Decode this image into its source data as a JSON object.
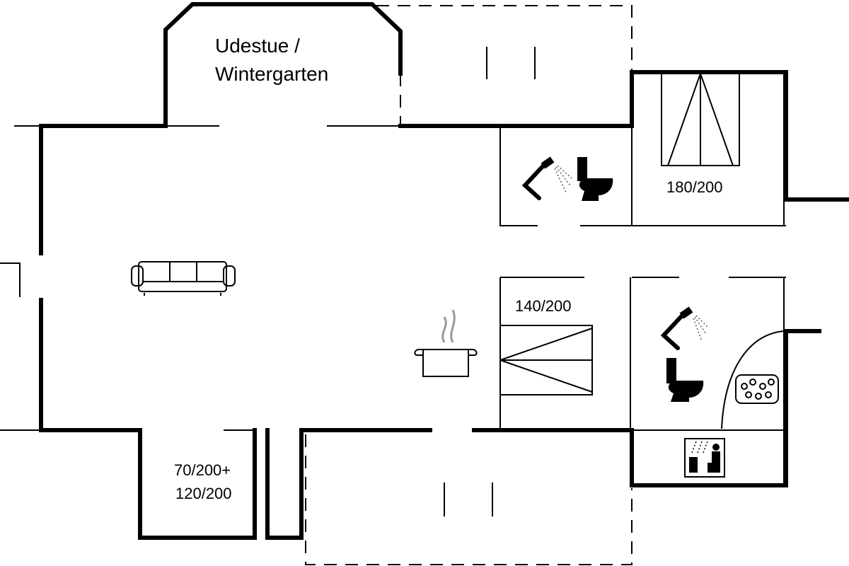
{
  "rooms": {
    "winter_garden": {
      "line1": "Udestue /",
      "line2": "Wintergarten"
    },
    "bedroom_top_right": {
      "bed_label": "180/200"
    },
    "bedroom_middle": {
      "bed_label": "140/200"
    },
    "bedroom_bottom_left": {
      "line1": "70/200+",
      "line2": "120/200"
    }
  },
  "icons": [
    "shower-icon",
    "toilet-icon",
    "sofa-icon",
    "cooking-pot-icon",
    "whirlpool-tub-icon",
    "sauna-icon",
    "bed-icon"
  ]
}
